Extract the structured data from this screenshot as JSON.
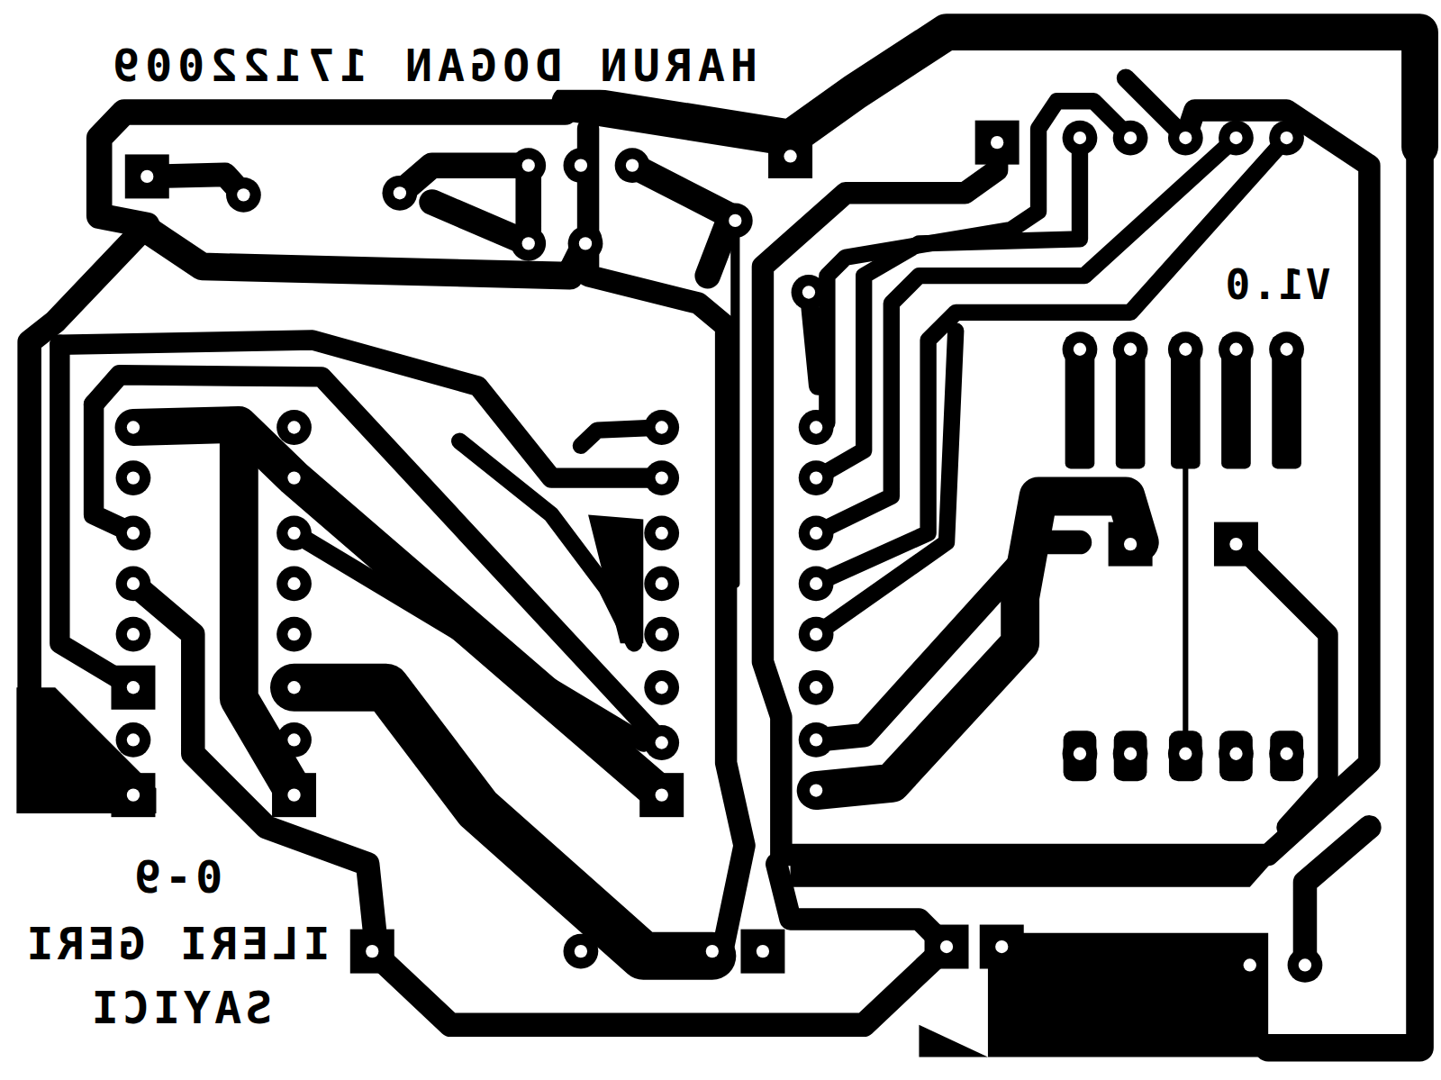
{
  "diagram": {
    "labels": [
      "HARUN DOGAN 17122009",
      "V1.0",
      "0-9",
      "ILERI GERI",
      "SAYICI"
    ]
  }
}
